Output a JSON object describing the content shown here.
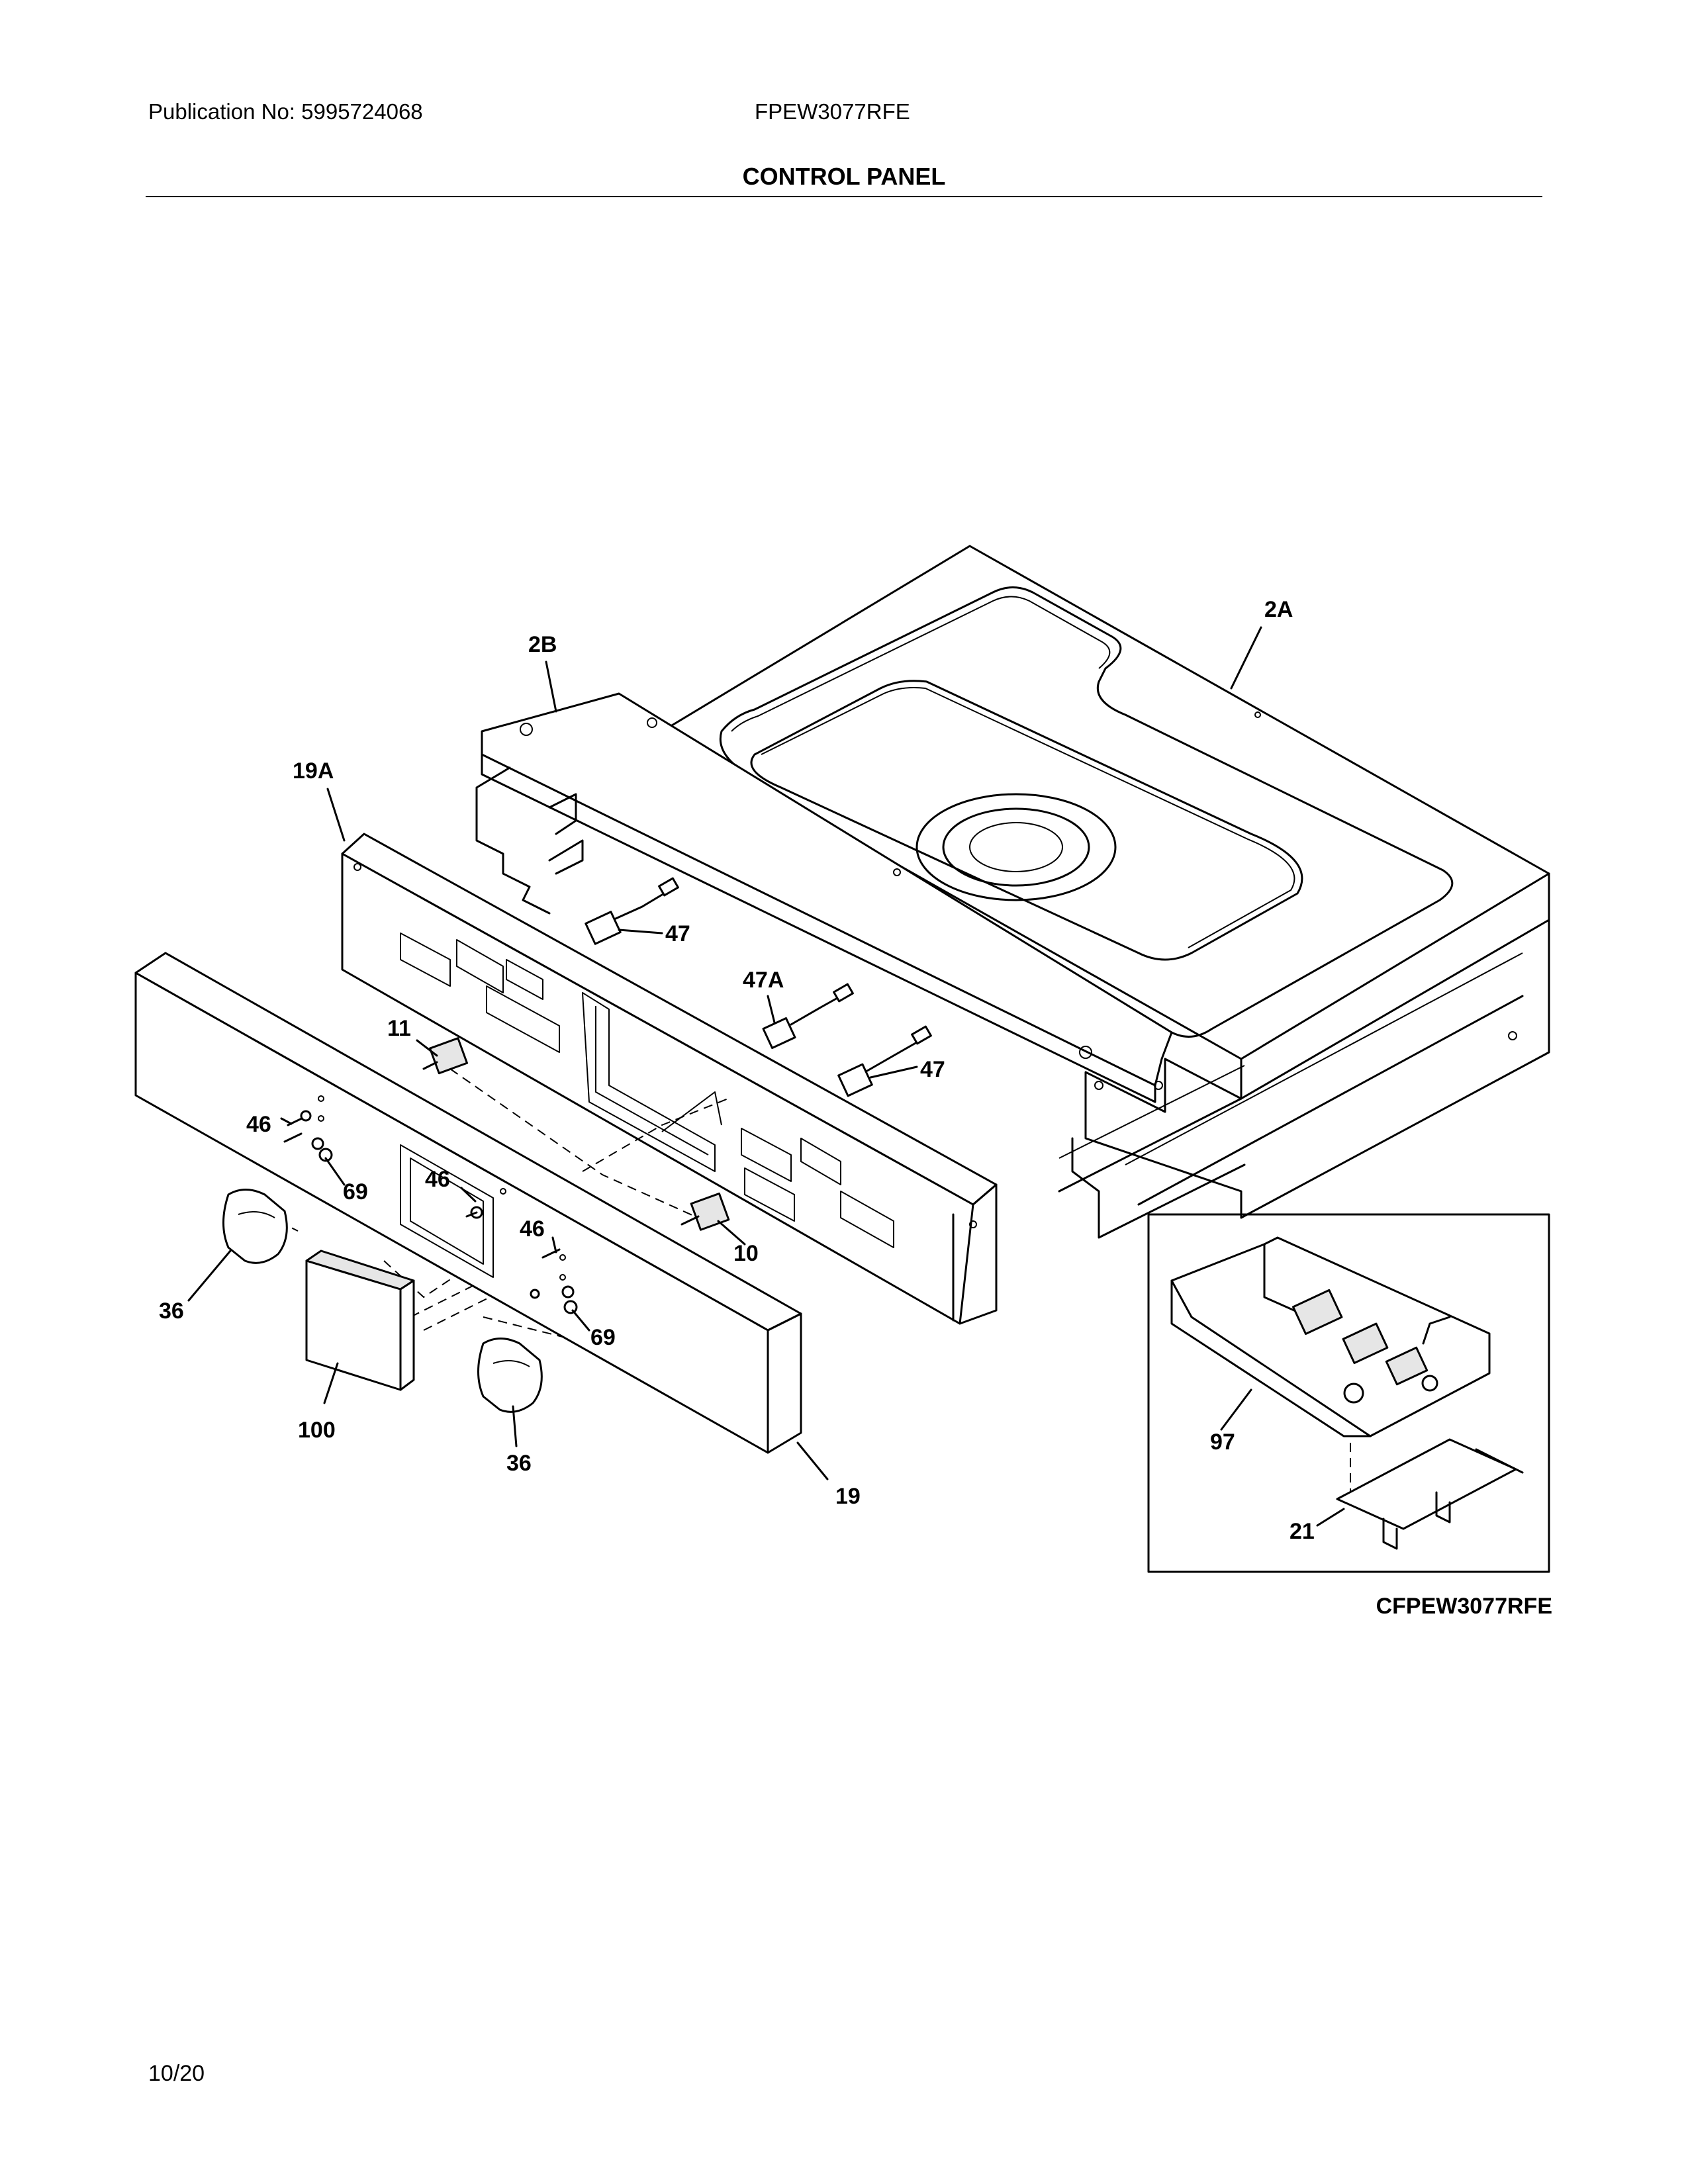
{
  "header": {
    "publication": "Publication No: 5995724068",
    "model": "FPEW3077RFE",
    "title": "CONTROL PANEL"
  },
  "diagram": {
    "labels": [
      "2A",
      "2B",
      "19A",
      "47",
      "47A",
      "47",
      "11",
      "46",
      "69",
      "46",
      "46",
      "69",
      "10",
      "36",
      "100",
      "36",
      "19",
      "97",
      "21"
    ]
  },
  "footer": {
    "code": "CFPEW3077RFE",
    "date": "10/20"
  }
}
